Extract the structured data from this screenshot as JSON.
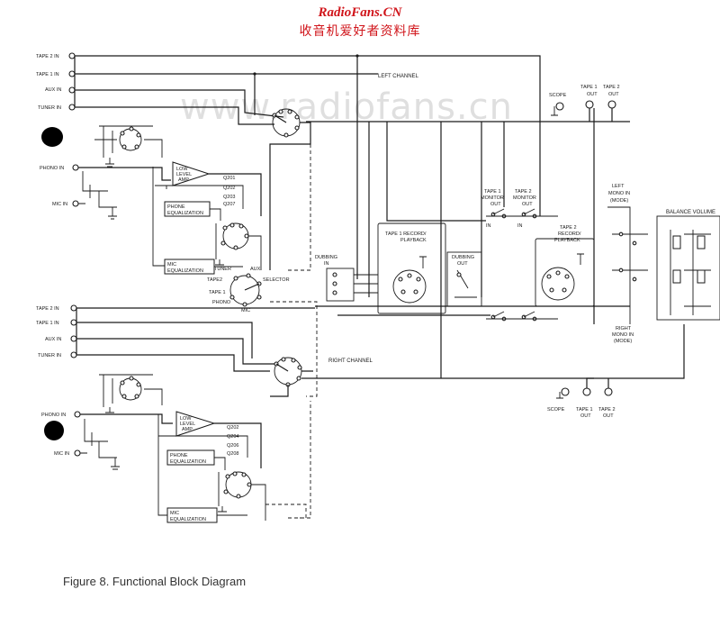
{
  "header": {
    "site": "RadioFans.CN",
    "subtitle": "收音机爱好者资料库",
    "watermark": "www.radiofans.cn"
  },
  "inputs_left": {
    "tape2": "TAPE 2 IN",
    "tape1": "TAPE 1 IN",
    "aux": "AUX IN",
    "tuner": "TUNER IN",
    "phono": "PHONO IN",
    "mic": "MIC IN"
  },
  "inputs_right": {
    "tape2": "TAPE 2 IN",
    "tape1": "TAPE 1 IN",
    "aux": "AUX IN",
    "tuner": "TUNER IN",
    "phono": "PHONO IN",
    "mic": "MIC IN"
  },
  "channels": {
    "left": "LEFT CHANNEL",
    "right": "RIGHT CHANNEL"
  },
  "left_amp": {
    "l1": "LOW",
    "l2": "LEVEL",
    "l3": "AMP",
    "q": [
      "Q201",
      "Q202",
      "Q203",
      "Q207"
    ]
  },
  "right_amp": {
    "l1": "LOW",
    "l2": "LEVEL",
    "l3": "AMP",
    "q": [
      "Q202",
      "Q204",
      "Q206",
      "Q208"
    ]
  },
  "eq": {
    "phone_l1": "PHONE",
    "phone_l2": "EQUALIZATION",
    "mic_l1": "MIC",
    "mic_l2": "EQUALIZATION",
    "r_phone_l1": "PHONE",
    "r_phone_l2": "EQUALIZATION",
    "r_mic_l1": "MIC",
    "r_mic_l2": "EQUALIZATION"
  },
  "selector": {
    "tuner": "TUNER",
    "aux": "AUX",
    "tape2": "TAPE2",
    "tape1": "TAPE 1",
    "phono": "PHONO",
    "mic": "MIC",
    "label": "SELECTOR"
  },
  "dubbing": {
    "in_l1": "DUBBING",
    "in_l2": "IN",
    "out_l1": "DUBBING",
    "out_l2": "OUT"
  },
  "monitor": {
    "t1_l1": "TAPE 1",
    "t1_l2": "MONITOR",
    "t1_l3": "OUT",
    "t2_l1": "TAPE 2",
    "t2_l2": "MONITOR",
    "t2_l3": "OUT",
    "in1": "IN",
    "in2": "IN"
  },
  "record": {
    "t1_l1": "TAPE 1 RECORD/",
    "t1_l2": "PLAYBACK",
    "t2_l1": "TAPE 2",
    "t2_l2": "RECORD/",
    "t2_l3": "PLAYBACK"
  },
  "mono": {
    "left_l1": "LEFT",
    "left_l2": "MONO IN",
    "left_l3": "(MODE)",
    "right_l1": "RIGHT",
    "right_l2": "MONO IN",
    "right_l3": "(MODE)"
  },
  "balance_label": "BALANCE VOLUME",
  "outputs_top": {
    "scope": "SCOPE",
    "tape1_l1": "TAPE 1",
    "tape1_l2": "OUT",
    "tape2_l1": "TAPE 2",
    "tape2_l2": "OUT"
  },
  "outputs_bottom": {
    "scope": "SCOPE",
    "tape1_l1": "TAPE 1",
    "tape1_l2": "OUT",
    "tape2_l1": "TAPE 2",
    "tape2_l2": "OUT"
  },
  "caption": "Figure 8.  Functional Block Diagram"
}
